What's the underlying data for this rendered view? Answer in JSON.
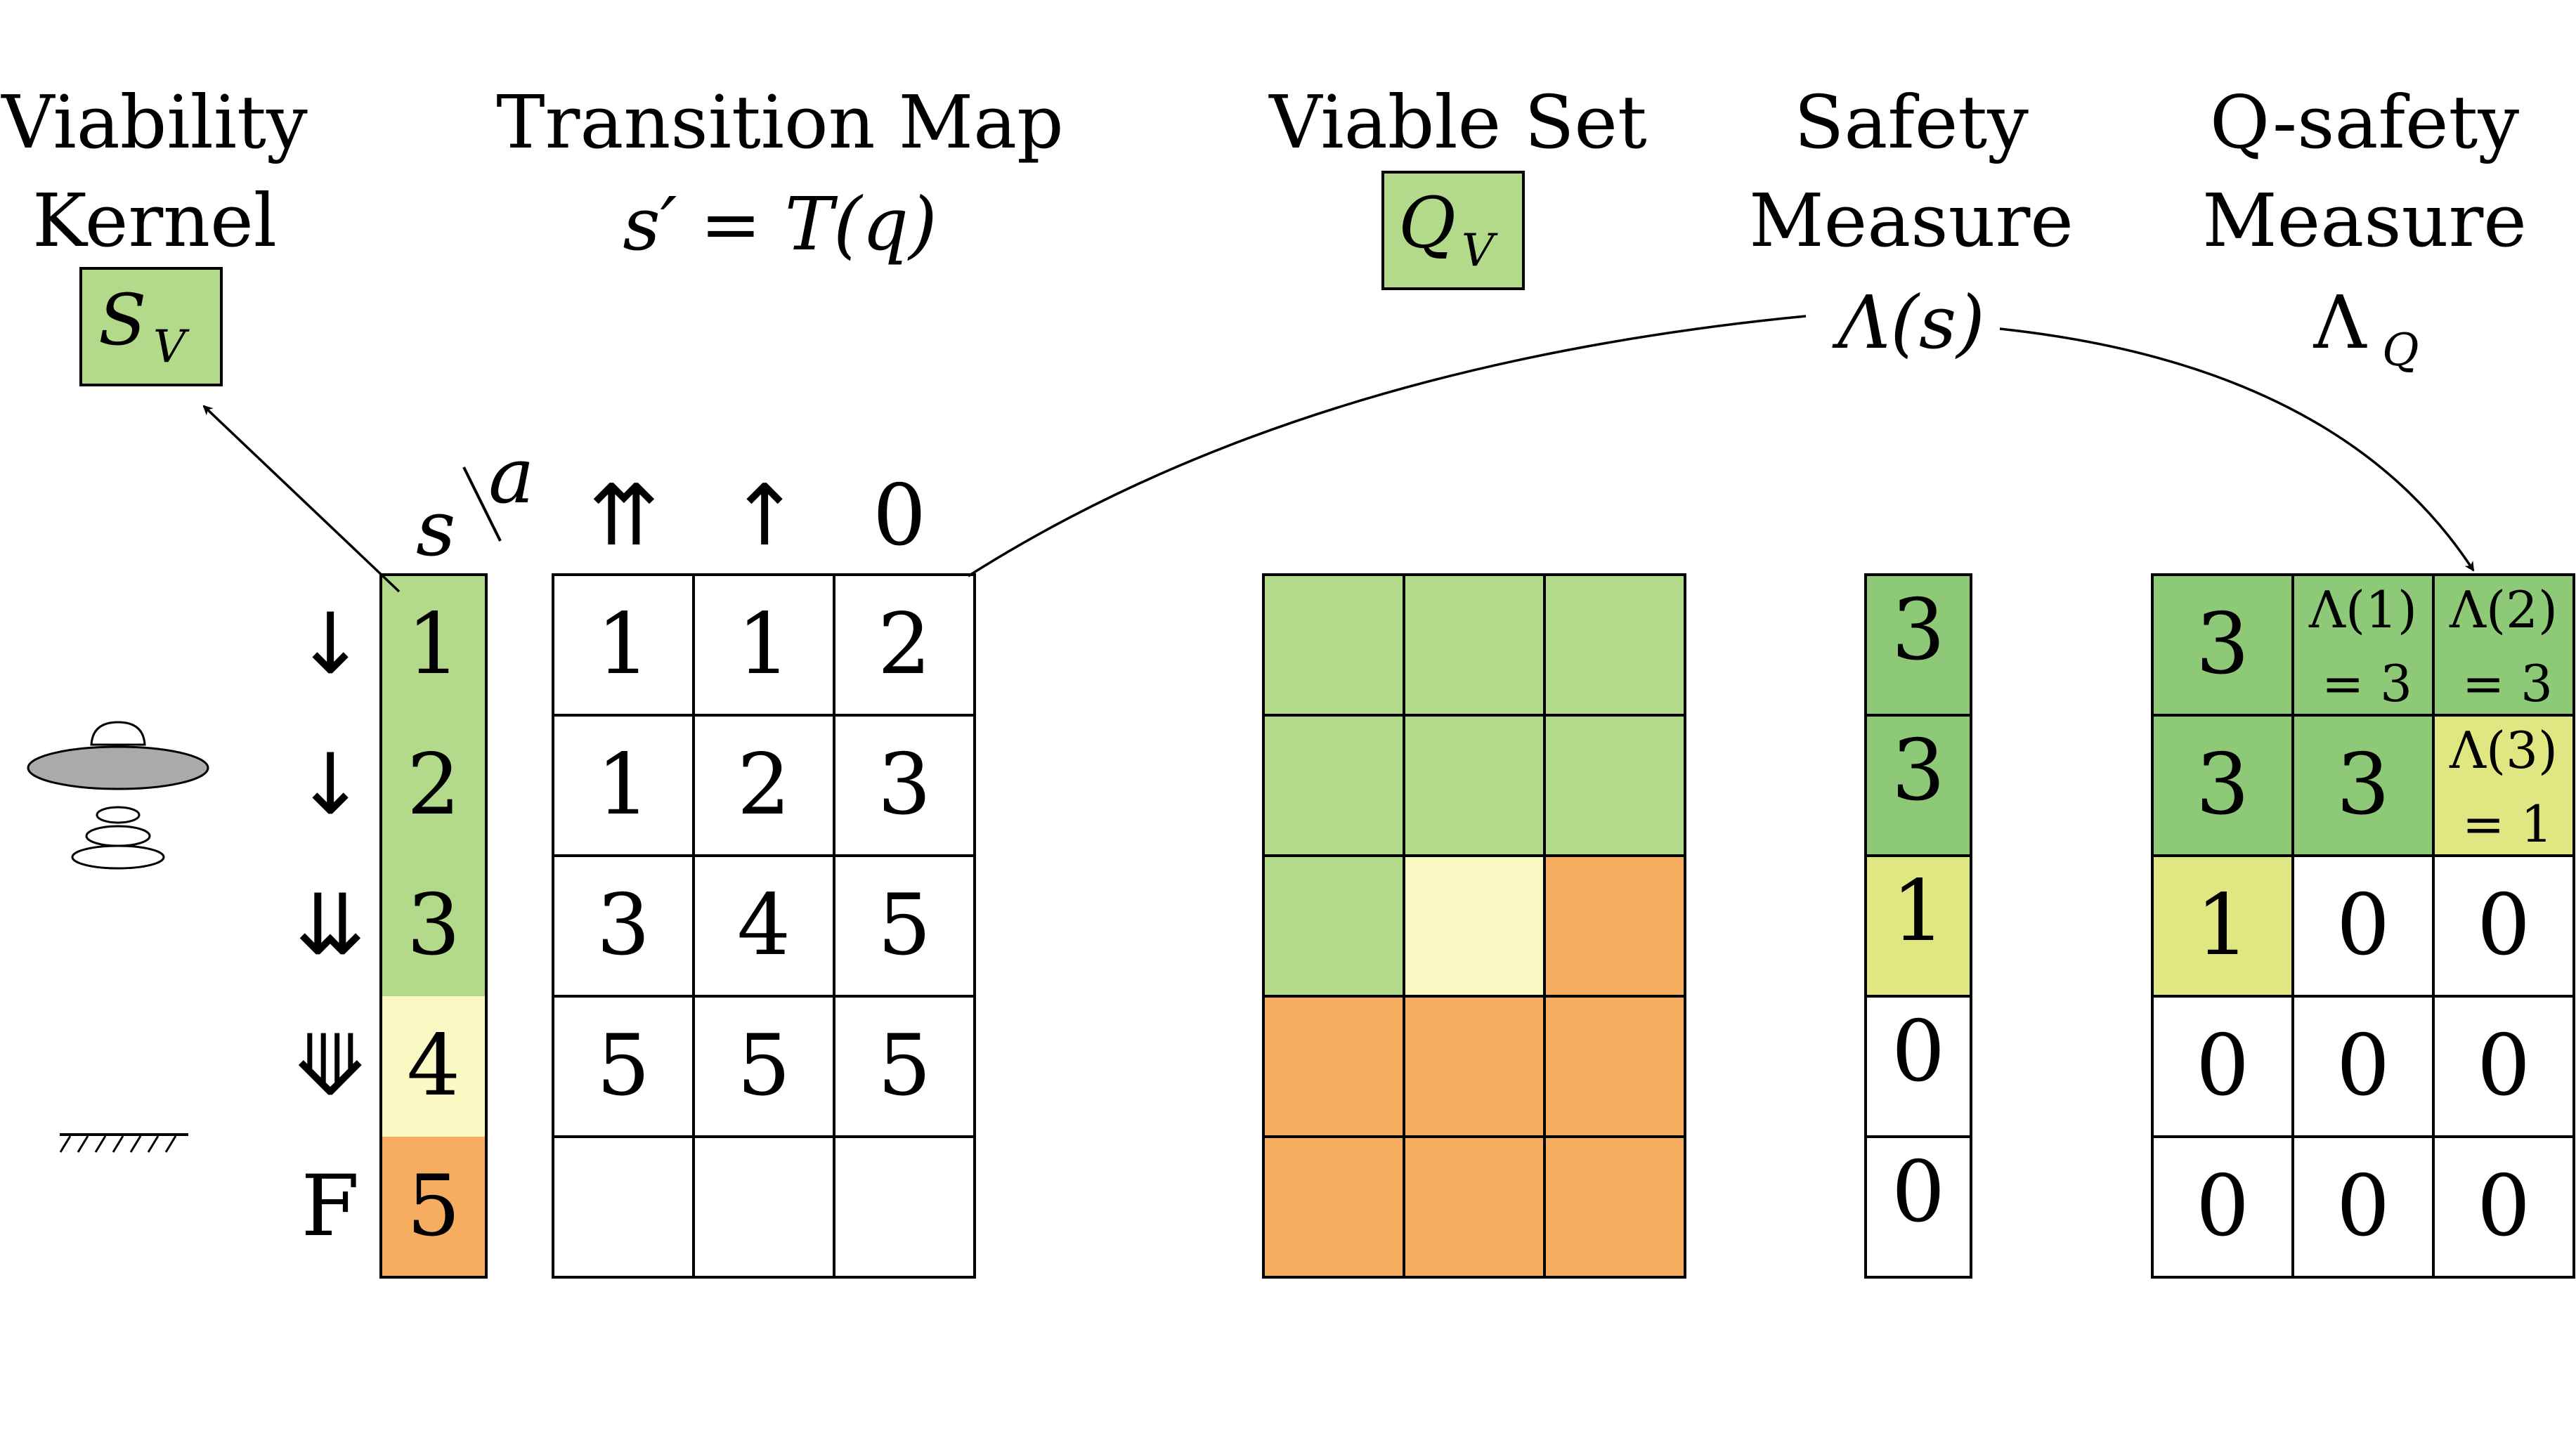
{
  "colors": {
    "green": "#b3d98b",
    "green_dark": "#8ec977",
    "yellow_light": "#faf8c3",
    "yellow": "#e0e682",
    "orange": "#f7ad5f",
    "white": "#ffffff",
    "stroke": "#000000"
  },
  "titles": {
    "viability_line1": "Viability",
    "viability_line2": "Kernel",
    "viability_symbol": "S",
    "viability_sub": "V",
    "transition_line1": "Transition Map",
    "transition_formula": "s′ = T(q)",
    "viable_set": "Viable Set",
    "viable_symbol": "Q",
    "viable_sub": "V",
    "safety_line1": "Safety",
    "safety_line2": "Measure",
    "safety_formula": "Λ(s)",
    "qsafety_line1": "Q-safety",
    "qsafety_line2": "Measure",
    "qsafety_symbol": "Λ",
    "qsafety_sub": "Q"
  },
  "header": {
    "s": "s",
    "a": "a"
  },
  "actions": [
    "⇈",
    "↑",
    "0"
  ],
  "states": [
    {
      "arrow": "↓",
      "label": "1",
      "color": "green"
    },
    {
      "arrow": "↓",
      "label": "2",
      "color": "green"
    },
    {
      "arrow": "⇊",
      "label": "3",
      "color": "green"
    },
    {
      "arrow": "⟱",
      "label": "4",
      "color": "yellow_light"
    },
    {
      "arrow": "F",
      "label": "5",
      "color": "orange"
    }
  ],
  "transition": [
    [
      "1",
      "1",
      "2"
    ],
    [
      "1",
      "2",
      "3"
    ],
    [
      "3",
      "4",
      "5"
    ],
    [
      "5",
      "5",
      "5"
    ],
    [
      "",
      "",
      ""
    ]
  ],
  "viable_set": [
    [
      "green",
      "green",
      "green"
    ],
    [
      "green",
      "green",
      "green"
    ],
    [
      "green",
      "yellow_light",
      "orange"
    ],
    [
      "orange",
      "orange",
      "orange"
    ],
    [
      "orange",
      "orange",
      "orange"
    ]
  ],
  "safety": [
    {
      "value": "3",
      "color": "green_dark"
    },
    {
      "value": "3",
      "color": "green_dark"
    },
    {
      "value": "1",
      "color": "yellow"
    },
    {
      "value": "0",
      "color": "white"
    },
    {
      "value": "0",
      "color": "white"
    }
  ],
  "q_safety": [
    [
      {
        "value": "3",
        "color": "green_dark"
      },
      {
        "line1": "Λ(1)",
        "line2": "= 3",
        "color": "green_dark"
      },
      {
        "line1": "Λ(2)",
        "line2": "= 3",
        "color": "green_dark"
      }
    ],
    [
      {
        "value": "3",
        "color": "green_dark"
      },
      {
        "value": "3",
        "color": "green_dark"
      },
      {
        "line1": "Λ(3)",
        "line2": "= 1",
        "color": "yellow"
      }
    ],
    [
      {
        "value": "1",
        "color": "yellow"
      },
      {
        "value": "0",
        "color": "white"
      },
      {
        "value": "0",
        "color": "white"
      }
    ],
    [
      {
        "value": "0",
        "color": "white"
      },
      {
        "value": "0",
        "color": "white"
      },
      {
        "value": "0",
        "color": "white"
      }
    ],
    [
      {
        "value": "0",
        "color": "white"
      },
      {
        "value": "0",
        "color": "white"
      },
      {
        "value": "0",
        "color": "white"
      }
    ]
  ]
}
